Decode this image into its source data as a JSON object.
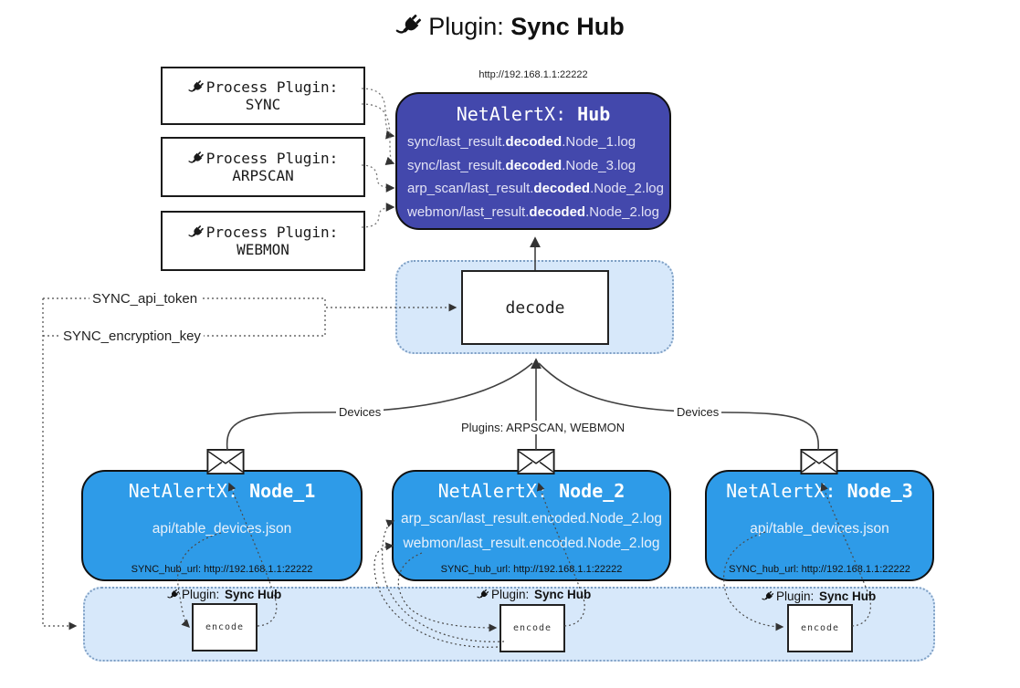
{
  "title": {
    "prefix": "Plugin: ",
    "name": "Sync Hub"
  },
  "colors": {
    "hub_fill": "#4348ac",
    "node_fill": "#2e9be8",
    "panel_fill": "#d7e8fa",
    "panel_border": "#7e9fc4",
    "arrow": "#333333"
  },
  "process_plugins": [
    {
      "label": "Process Plugin:",
      "name": "SYNC"
    },
    {
      "label": "Process Plugin:",
      "name": "ARPSCAN"
    },
    {
      "label": "Process Plugin:",
      "name": "WEBMON"
    }
  ],
  "hub": {
    "url": "http://192.168.1.1:22222",
    "title_prefix": "NetAlertX: ",
    "title_name": "Hub",
    "logs": [
      {
        "pre": "sync/last_result.",
        "bold": "decoded",
        "post": ".Node_1.log"
      },
      {
        "pre": "sync/last_result.",
        "bold": "decoded",
        "post": ".Node_3.log"
      },
      {
        "pre": "arp_scan/last_result.",
        "bold": "decoded",
        "post": ".Node_2.log"
      },
      {
        "pre": "webmon/last_result.",
        "bold": "decoded",
        "post": ".Node_2.log"
      }
    ]
  },
  "decode": {
    "label": "decode"
  },
  "secrets": {
    "api_token": "SYNC_api_token",
    "encryption_key": "SYNC_encryption_key"
  },
  "edge_labels": {
    "devices_left": "Devices",
    "devices_right": "Devices",
    "plugins_center": "Plugins: ARPSCAN, WEBMON"
  },
  "nodes": [
    {
      "title_prefix": "NetAlertX: ",
      "title_name": "Node_1",
      "files": [
        "api/table_devices.json"
      ],
      "hub_url": "SYNC_hub_url: http://192.168.1.1:22222"
    },
    {
      "title_prefix": "NetAlertX: ",
      "title_name": "Node_2",
      "files": [
        "arp_scan/last_result.encoded.Node_2.log",
        "webmon/last_result.encoded.Node_2.log"
      ],
      "hub_url": "SYNC_hub_url: http://192.168.1.1:22222"
    },
    {
      "title_prefix": "NetAlertX: ",
      "title_name": "Node_3",
      "files": [
        "api/table_devices.json"
      ],
      "hub_url": "SYNC_hub_url: http://192.168.1.1:22222"
    }
  ],
  "encoders": [
    {
      "plugin_prefix": "Plugin: ",
      "plugin_name": "Sync Hub",
      "label": "encode"
    },
    {
      "plugin_prefix": "Plugin: ",
      "plugin_name": "Sync Hub",
      "label": "encode"
    },
    {
      "plugin_prefix": "Plugin: ",
      "plugin_name": "Sync Hub",
      "label": "encode"
    }
  ]
}
